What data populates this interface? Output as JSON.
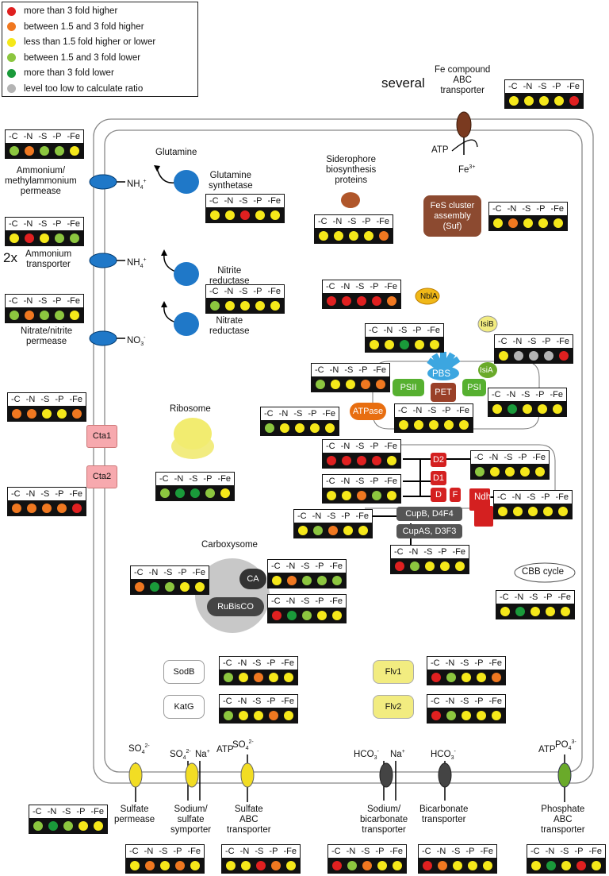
{
  "legend": [
    {
      "label": "more than 3 fold higher",
      "color": "#e02020"
    },
    {
      "label": "between 1.5 and 3 fold higher",
      "color": "#f07820"
    },
    {
      "label": "less than 1.5 fold higher or lower",
      "color": "#f5e81a"
    },
    {
      "label": "between 1.5 and 3 fold lower",
      "color": "#8cc63f"
    },
    {
      "label": "more than 3 fold lower",
      "color": "#1a9a3a"
    },
    {
      "label": "level too low to calculate ratio",
      "color": "#b4b4b4"
    }
  ],
  "conditions": [
    "-C",
    "-N",
    "-S",
    "-P",
    "-Fe"
  ],
  "labels": {
    "several": "several",
    "fe_abc": "Fe compound\nABC\ntransporter",
    "atp": "ATP",
    "fe3": "Fe",
    "fe3_sup": "3+",
    "glutamine": "Glutamine",
    "gs": "Glutamine\nsynthetase",
    "sideroph": "Siderophore\nbiosynthesis\nproteins",
    "fes": "FeS cluster\nassembly\n(Suf)",
    "amm_meth": "Ammonium/\nmethylammonium\npermease",
    "amm_tr": "Ammonium\ntransporter",
    "twox": "2x",
    "nh4": "NH",
    "nh4_sub": "4",
    "nh4_sup": "+",
    "no3": "NO",
    "no3_sub": "3",
    "no3_sup": "-",
    "nitrite_red": "Nitrite\nreductase",
    "nitrate_red": "Nitrate\nreductase",
    "nitrate_perm": "Nitrate/nitrite\npermease",
    "nbla": "NblA",
    "isib": "IsiB",
    "isia": "IsiA",
    "pbs": "PBS",
    "psii": "PSII",
    "psi": "PSI",
    "pet": "PET",
    "atpase": "ATPase",
    "ribosome": "Ribosome",
    "cta1": "Cta1",
    "cta2": "Cta2",
    "d2": "D2",
    "d1": "D1",
    "d": "D",
    "f": "F",
    "ndh": "Ndh",
    "cupb": "CupB, D4F4",
    "cupas": "CupAS, D3F3",
    "carboxysome": "Carboxysome",
    "ca": "CA",
    "rubisco": "RuBisCO",
    "cbb": "CBB cycle",
    "sodb": "SodB",
    "katg": "KatG",
    "flv1": "Flv1",
    "flv2": "Flv2",
    "so4": "SO",
    "so4_sub": "4",
    "so4_sup": "2-",
    "na": "Na",
    "na_sup": "+",
    "hco3": "HCO",
    "hco3_sub": "3",
    "hco3_sup": "-",
    "po4": "PO",
    "po4_sub": "4",
    "po4_sup": "3-",
    "sulfate_perm": "Sulfate\npermease",
    "sodium_sulfate": "Sodium/\nsulfate\nsymporter",
    "sulfate_abc": "Sulfate\nABC\ntransporter",
    "sodium_bicarb": "Sodium/\nbicarbonate\ntransporter",
    "bicarb": "Bicarbonate\ntransporter",
    "phosphate_abc": "Phosphate\nABC\ntransporter"
  },
  "tables": {
    "fe_abc": [
      "yellow",
      "yellow",
      "yellow",
      "yellow",
      "red"
    ],
    "amm_meth": [
      "lightgreen",
      "orange",
      "lightgreen",
      "lightgreen",
      "yellow"
    ],
    "glut_syn": [
      "yellow",
      "yellow",
      "red",
      "yellow",
      "yellow"
    ],
    "siderophore": [
      "yellow",
      "yellow",
      "yellow",
      "yellow",
      "orange"
    ],
    "fes": [
      "yellow",
      "orange",
      "yellow",
      "yellow",
      "yellow"
    ],
    "amm_tr": [
      "yellow",
      "red",
      "yellow",
      "lightgreen",
      "lightgreen"
    ],
    "nitrite_red": [
      "lightgreen",
      "yellow",
      "yellow",
      "yellow",
      "yellow"
    ],
    "nbla_tbl": [
      "red",
      "red",
      "red",
      "red",
      "orange"
    ],
    "nitrate_perm": [
      "lightgreen",
      "orange",
      "lightgreen",
      "lightgreen",
      "yellow"
    ],
    "pbs_tbl": [
      "yellow",
      "yellow",
      "green",
      "yellow",
      "yellow"
    ],
    "isib_tbl": [
      "yellow",
      "grey",
      "grey",
      "grey",
      "red"
    ],
    "psii_tbl": [
      "lightgreen",
      "yellow",
      "yellow",
      "orange",
      "orange"
    ],
    "psi_tbl": [
      "yellow",
      "green",
      "yellow",
      "yellow",
      "yellow"
    ],
    "cta1_tbl": [
      "orange",
      "orange",
      "yellow",
      "yellow",
      "orange"
    ],
    "atpase_tbl": [
      "lightgreen",
      "yellow",
      "yellow",
      "yellow",
      "yellow"
    ],
    "pet_tbl": [
      "yellow",
      "yellow",
      "yellow",
      "yellow",
      "yellow"
    ],
    "d2_tbl": [
      "red",
      "red",
      "red",
      "red",
      "yellow"
    ],
    "d2_right": [
      "lightgreen",
      "yellow",
      "yellow",
      "yellow",
      "yellow"
    ],
    "ribosome_tbl": [
      "lightgreen",
      "green",
      "green",
      "lightgreen",
      "yellow"
    ],
    "cta2_tbl": [
      "orange",
      "orange",
      "orange",
      "orange",
      "red"
    ],
    "d_tbl": [
      "yellow",
      "yellow",
      "orange",
      "lightgreen",
      "yellow"
    ],
    "ndh_tbl": [
      "yellow",
      "yellow",
      "yellow",
      "yellow",
      "yellow"
    ],
    "cupb_tbl": [
      "yellow",
      "lightgreen",
      "orange",
      "yellow",
      "yellow"
    ],
    "cupas_tbl": [
      "red",
      "lightgreen",
      "yellow",
      "yellow",
      "yellow"
    ],
    "carbox_tbl": [
      "orange",
      "green",
      "lightgreen",
      "yellow",
      "yellow"
    ],
    "ca_tbl": [
      "yellow",
      "orange",
      "lightgreen",
      "lightgreen",
      "lightgreen"
    ],
    "rubisco_tbl": [
      "red",
      "green",
      "lightgreen",
      "yellow",
      "yellow"
    ],
    "cbb_tbl": [
      "yellow",
      "green",
      "yellow",
      "yellow",
      "yellow"
    ],
    "sodb_tbl": [
      "lightgreen",
      "yellow",
      "orange",
      "yellow",
      "yellow"
    ],
    "flv1_tbl": [
      "red",
      "lightgreen",
      "yellow",
      "yellow",
      "orange"
    ],
    "katg_tbl": [
      "lightgreen",
      "yellow",
      "yellow",
      "orange",
      "yellow"
    ],
    "flv2_tbl": [
      "red",
      "lightgreen",
      "yellow",
      "yellow",
      "yellow"
    ],
    "sulfate_perm": [
      "lightgreen",
      "green",
      "lightgreen",
      "yellow",
      "yellow"
    ],
    "sodium_sulfate": [
      "yellow",
      "orange",
      "yellow",
      "orange",
      "yellow"
    ],
    "sulfate_abc": [
      "yellow",
      "yellow",
      "red",
      "orange",
      "yellow"
    ],
    "sodium_bicarb": [
      "red",
      "lightgreen",
      "orange",
      "yellow",
      "yellow"
    ],
    "bicarb": [
      "red",
      "orange",
      "yellow",
      "yellow",
      "yellow"
    ],
    "phosphate_abc": [
      "yellow",
      "green",
      "yellow",
      "red",
      "yellow"
    ]
  },
  "status_colors": {
    "red": "#e02020",
    "orange": "#f07820",
    "yellow": "#f5e81a",
    "lightgreen": "#8cc63f",
    "green": "#1a9a3a",
    "grey": "#b4b4b4"
  }
}
